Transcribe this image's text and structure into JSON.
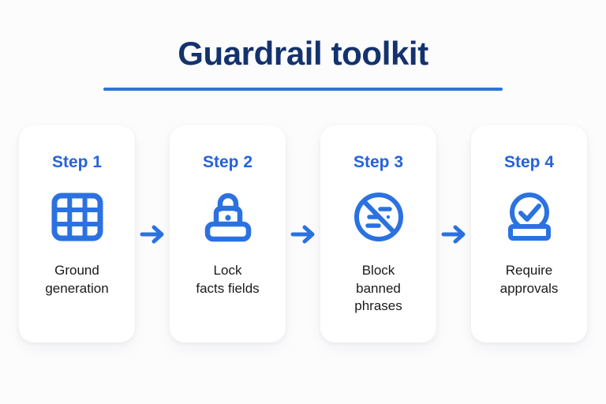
{
  "header": {
    "title": "Guardrail toolkit",
    "accent_color": "#2f74d8",
    "title_color": "#14326d"
  },
  "theme": {
    "background": "#fcfcfd",
    "card_background": "#ffffff",
    "icon_blue": "#2b72e0",
    "step_label_blue": "#2563d9",
    "body_text": "#19191b"
  },
  "steps": [
    {
      "step_label": "Step 1",
      "icon": "grid-table-icon",
      "text": "Ground\ngeneration"
    },
    {
      "step_label": "Step 2",
      "icon": "lock-icon",
      "text": "Lock\nfacts fields"
    },
    {
      "step_label": "Step 3",
      "icon": "no-banned-text-icon",
      "text": "Block\nbanned\nphrases"
    },
    {
      "step_label": "Step 4",
      "icon": "check-circle-stand-icon",
      "text": "Require\napprovals"
    }
  ],
  "connectors": [
    {
      "icon": "arrow-right-icon"
    },
    {
      "icon": "arrow-right-icon"
    },
    {
      "icon": "arrow-right-icon"
    }
  ]
}
